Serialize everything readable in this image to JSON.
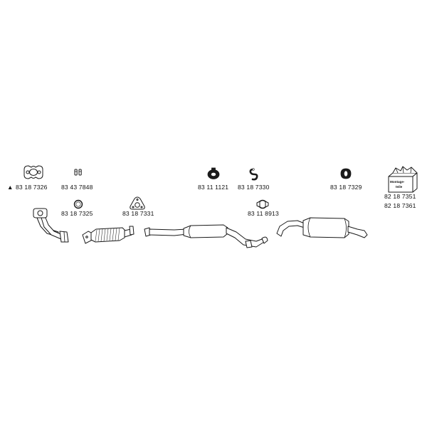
{
  "parts": {
    "flange_gasket": {
      "number": "83 18 7326",
      "marker": "▲"
    },
    "bolt_set": {
      "number": "83 43 7848"
    },
    "ring_gasket": {
      "number": "83 18 7325"
    },
    "triangle_gasket": {
      "number": "83 18 7331"
    },
    "rubber_mount_1": {
      "number": "83 11 1121"
    },
    "rubber_mount_2": {
      "number": "83 18 7330"
    },
    "clamp": {
      "number": "83 11 8913"
    },
    "rubber_mount_3": {
      "number": "83 18 7329"
    },
    "mounting_kit": {
      "number_1": "82 18 7351",
      "number_2": "82 18 7361",
      "box_line_1": "Montage-",
      "box_line_2": "teile"
    }
  }
}
